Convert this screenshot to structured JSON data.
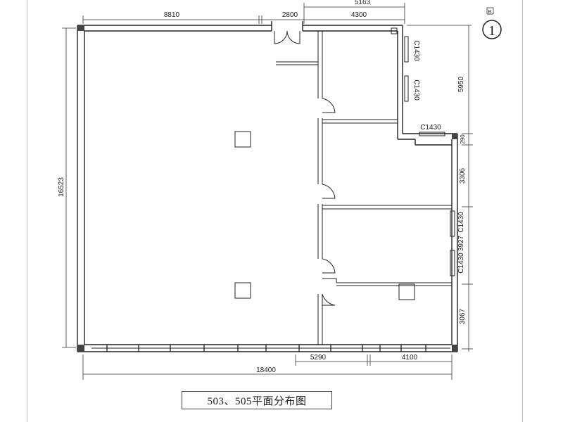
{
  "drawing": {
    "caption": "503、505平面分布图",
    "sheet_marker": "1",
    "sheet_marker_top": "B"
  },
  "dimensions": {
    "top_left": "8810",
    "top_door": "2800",
    "top_overall": "5163",
    "top_right": "4300",
    "right_upper": "5950",
    "right_small": "290",
    "right_mid": "3306",
    "right_lower": "3927",
    "right_bottom": "3067",
    "left_overall": "16523",
    "bottom_left": "5290",
    "bottom_right": "4100",
    "bottom_overall": "18400"
  },
  "windows": {
    "w1": "C1430",
    "w2": "C1430",
    "w3": "C1430",
    "w4": "C1430",
    "w5": "C1430"
  }
}
